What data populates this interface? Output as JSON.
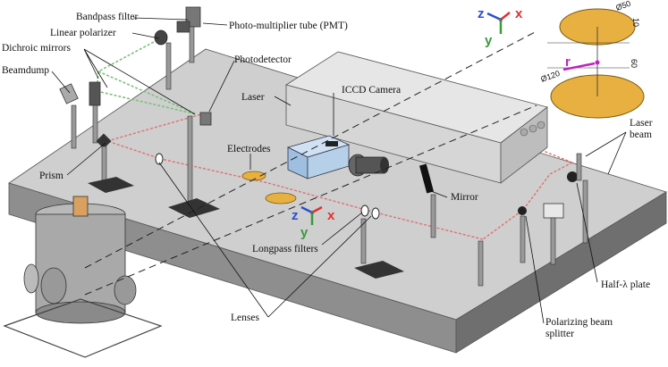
{
  "labels": {
    "bandpass_filter": "Bandpass filter",
    "pmt": "Photo-multiplier tube (PMT)",
    "linear_polarizer": "Linear polarizer",
    "dichroic_mirrors": "Dichroic mirrors",
    "beamdump": "Beamdump",
    "photodetector": "Photodetector",
    "laser": "Laser",
    "iccd_camera": "ICCD Camera",
    "prism": "Prism",
    "electrodes": "Electrodes",
    "mirror": "Mirror",
    "longpass_filters": "Longpass filters",
    "lenses": "Lenses",
    "laser_beam": "Laser\nbeam",
    "half_lambda_plate": "Half-λ plate",
    "polarizing_beam_splitter": "Polarizing beam\nsplitter"
  },
  "axes": {
    "x": "x",
    "y": "y",
    "z": "z",
    "r": "r"
  },
  "dimensions": {
    "d_top": "Ø50",
    "d_bottom": "Ø120",
    "gap": "60",
    "thickness": "10"
  },
  "colors": {
    "table_top": "#c8c8c8",
    "table_side": "#8a8a8a",
    "electrode": "#e8b040",
    "laser_beam": "#e07070",
    "fluorescence": "#7cc07c",
    "axis_x": "#e03030",
    "axis_y": "#3a9a3a",
    "axis_z": "#2b4fd0",
    "r_arrow": "#c020c0"
  }
}
